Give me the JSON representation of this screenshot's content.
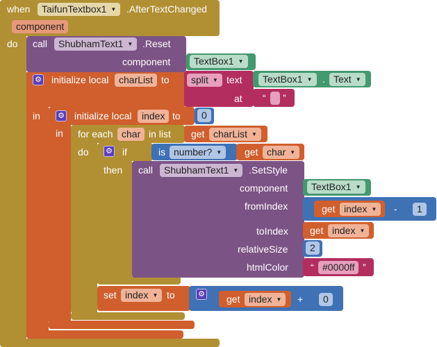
{
  "event": {
    "when": "when",
    "component": "TaifunTextbox1",
    "event_name": ".AfterTextChanged",
    "param": "component",
    "do": "do"
  },
  "reset_call": {
    "call": "call",
    "component": "ShubhamText1",
    "method": ".Reset",
    "arg_label": "component",
    "arg_value": "TextBox1"
  },
  "init_charlist": {
    "label": "initialize local",
    "var": "charList",
    "to": "to",
    "in": "in",
    "split_op": "split",
    "text_label": "text",
    "text_component": "TextBox1",
    "dot": ".",
    "text_prop": "Text",
    "at_label": "at",
    "at_value": "",
    "quote_open": "“",
    "quote_close": "”"
  },
  "init_index": {
    "label": "initialize local",
    "var": "index",
    "to": "to",
    "value": "0",
    "in": "in"
  },
  "foreach": {
    "label": "for each",
    "var": "char",
    "in_list": "in list",
    "get": "get",
    "list_var": "charList",
    "do": "do"
  },
  "if_block": {
    "if": "if",
    "then": "then",
    "is": "is",
    "test": "number?",
    "get": "get",
    "var": "char"
  },
  "setstyle": {
    "call": "call",
    "component": "ShubhamText1",
    "method": ".SetStyle",
    "args": {
      "component_label": "component",
      "component_value": "TextBox1",
      "fromIndex_label": "fromIndex",
      "fromIndex_get": "get",
      "fromIndex_var": "index",
      "fromIndex_op": "-",
      "fromIndex_num": "1",
      "toIndex_label": "toIndex",
      "toIndex_get": "get",
      "toIndex_var": "index",
      "relativeSize_label": "relativeSize",
      "relativeSize_value": "2",
      "htmlColor_label": "htmlColor",
      "htmlColor_value": "#0000ff"
    }
  },
  "set_index": {
    "set": "set",
    "var": "index",
    "to": "to",
    "get": "get",
    "get_var": "index",
    "op": "+",
    "num": "0"
  },
  "icons": {
    "gear": "⚙",
    "dropdown": "▼"
  }
}
